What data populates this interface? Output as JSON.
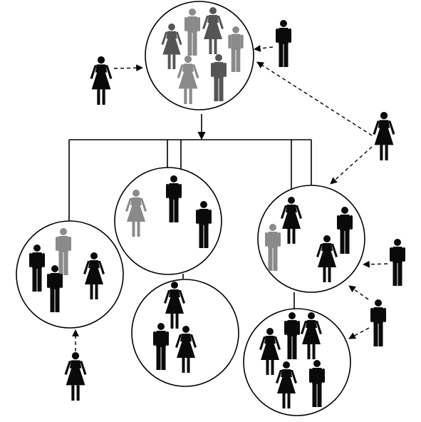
{
  "colors": {
    "black": "#0a0a0a",
    "darkGray": "#555555",
    "gray": "#8a8a8a",
    "outline": "#000000",
    "background": "#ffffff"
  },
  "diagram": {
    "groups": [
      {
        "id": "top",
        "figures": [
          [
            "female",
            "dark"
          ],
          [
            "male",
            "gray"
          ],
          [
            "female",
            "dark"
          ],
          [
            "male",
            "gray"
          ],
          [
            "female",
            "gray"
          ],
          [
            "male",
            "dark"
          ]
        ]
      },
      {
        "id": "middle",
        "figures": [
          [
            "female",
            "gray"
          ],
          [
            "male",
            "black"
          ],
          [
            "male",
            "black"
          ]
        ]
      },
      {
        "id": "left",
        "figures": [
          [
            "male",
            "black"
          ],
          [
            "male",
            "gray"
          ],
          [
            "male",
            "black"
          ],
          [
            "female",
            "black"
          ]
        ]
      },
      {
        "id": "right",
        "figures": [
          [
            "female",
            "black"
          ],
          [
            "male",
            "black"
          ],
          [
            "male",
            "gray"
          ],
          [
            "female",
            "black"
          ]
        ]
      },
      {
        "id": "bottom-middle",
        "figures": [
          [
            "female",
            "black"
          ],
          [
            "male",
            "black"
          ],
          [
            "female",
            "black"
          ]
        ]
      },
      {
        "id": "bottom-right",
        "figures": [
          [
            "male",
            "black"
          ],
          [
            "female",
            "black"
          ],
          [
            "female",
            "black"
          ],
          [
            "female",
            "black"
          ],
          [
            "male",
            "black"
          ]
        ]
      }
    ],
    "outside_individuals": [
      {
        "id": "joiner-top-right",
        "type": "male",
        "shade": "black"
      },
      {
        "id": "joiner-top-left",
        "type": "female",
        "shade": "black"
      },
      {
        "id": "joiner-right-upper",
        "type": "female",
        "shade": "black"
      },
      {
        "id": "joiner-right-mid",
        "type": "male",
        "shade": "black"
      },
      {
        "id": "joiner-right-lower",
        "type": "male",
        "shade": "black"
      },
      {
        "id": "joiner-bottom-left",
        "type": "female",
        "shade": "black"
      }
    ]
  }
}
